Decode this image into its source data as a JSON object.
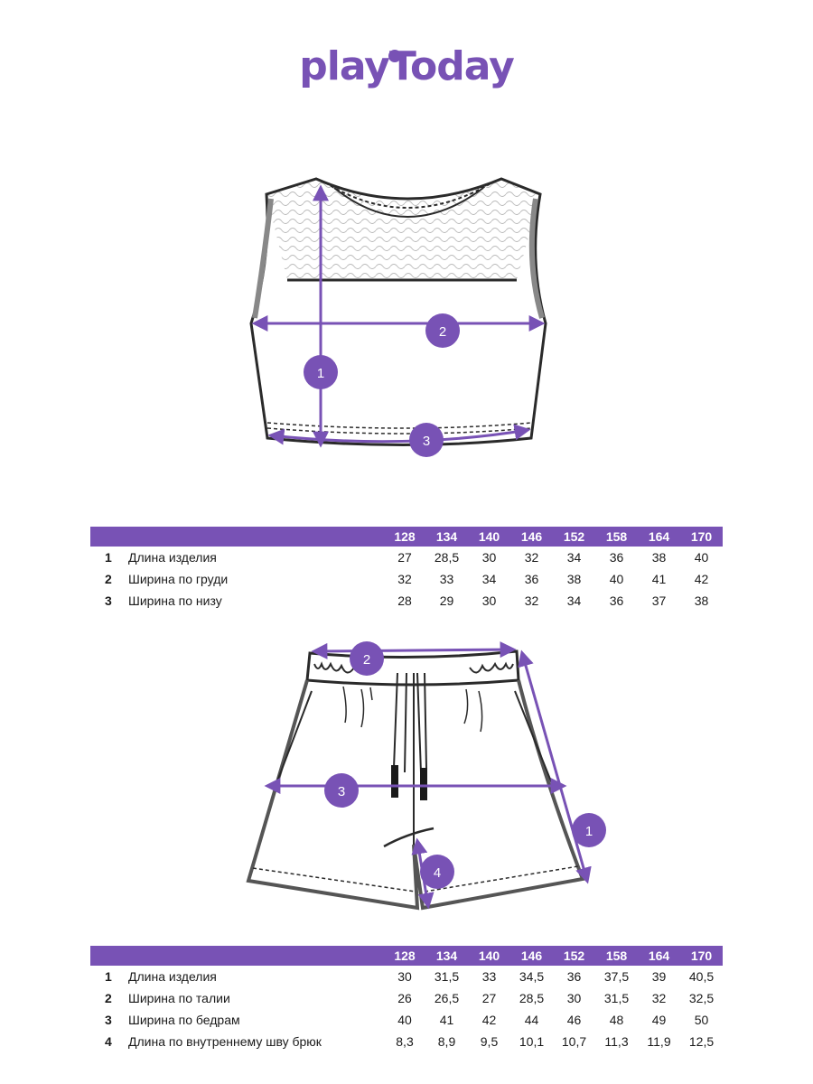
{
  "brand": {
    "name": "playToday",
    "color": "#7852b5"
  },
  "colors": {
    "accent": "#7852b5",
    "header_text": "#ffffff",
    "outline": "#2a2a2a",
    "sketch_gray": "#8a8a8a"
  },
  "top_garment": {
    "markers": [
      "1",
      "2",
      "3"
    ],
    "table": {
      "sizes": [
        "128",
        "134",
        "140",
        "146",
        "152",
        "158",
        "164",
        "170"
      ],
      "rows": [
        {
          "num": "1",
          "label": "Длина изделия",
          "values": [
            "27",
            "28,5",
            "30",
            "32",
            "34",
            "36",
            "38",
            "40"
          ]
        },
        {
          "num": "2",
          "label": "Ширина по груди",
          "values": [
            "32",
            "33",
            "34",
            "36",
            "38",
            "40",
            "41",
            "42"
          ]
        },
        {
          "num": "3",
          "label": "Ширина по низу",
          "values": [
            "28",
            "29",
            "30",
            "32",
            "34",
            "36",
            "37",
            "38"
          ]
        }
      ]
    }
  },
  "shorts": {
    "markers": [
      "1",
      "2",
      "3",
      "4"
    ],
    "table": {
      "sizes": [
        "128",
        "134",
        "140",
        "146",
        "152",
        "158",
        "164",
        "170"
      ],
      "rows": [
        {
          "num": "1",
          "label": "Длина изделия",
          "values": [
            "30",
            "31,5",
            "33",
            "34,5",
            "36",
            "37,5",
            "39",
            "40,5"
          ]
        },
        {
          "num": "2",
          "label": "Ширина по талии",
          "values": [
            "26",
            "26,5",
            "27",
            "28,5",
            "30",
            "31,5",
            "32",
            "32,5"
          ]
        },
        {
          "num": "3",
          "label": "Ширина по бедрам",
          "values": [
            "40",
            "41",
            "42",
            "44",
            "46",
            "48",
            "49",
            "50"
          ]
        },
        {
          "num": "4",
          "label": "Длина по внутреннему шву брюк",
          "values": [
            "8,3",
            "8,9",
            "9,5",
            "10,1",
            "10,7",
            "11,3",
            "11,9",
            "12,5"
          ]
        }
      ]
    }
  }
}
